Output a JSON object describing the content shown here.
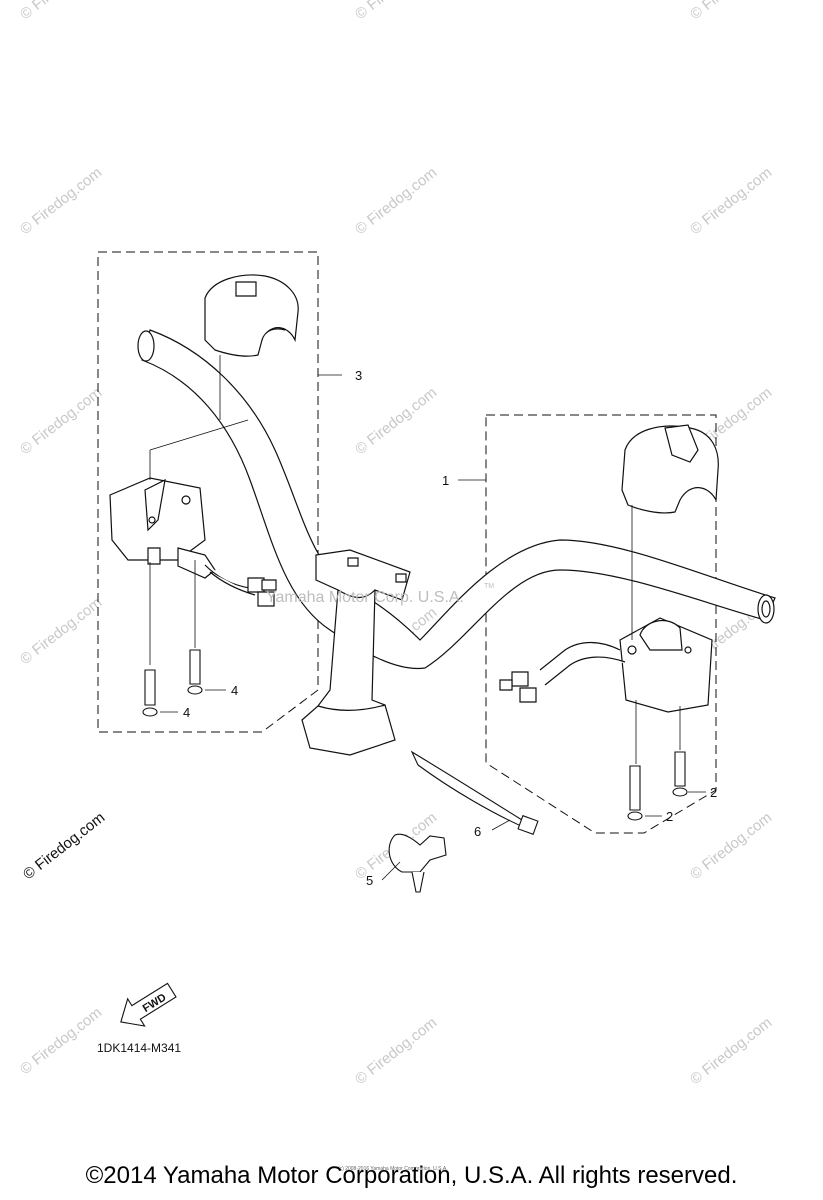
{
  "callouts": [
    "1",
    "2",
    "2",
    "3",
    "4",
    "4",
    "5",
    "6"
  ],
  "fwd_label": "FWD",
  "diagram_code": "1DK1414-M341",
  "center_watermark": "Yamaha Motor Corp. U.S.A.",
  "tm_mark": "TM",
  "fine_print": "(c) 2008-2016 Yamaha Motor Corporation, U.S.A.",
  "watermark_text": "© Firedog.com",
  "footer_text": "©2014 Yamaha Motor Corporation, U.S.A. All rights reserved.",
  "colors": {
    "line": "#111111",
    "watermark": "#c8c8c8",
    "background": "#ffffff"
  }
}
